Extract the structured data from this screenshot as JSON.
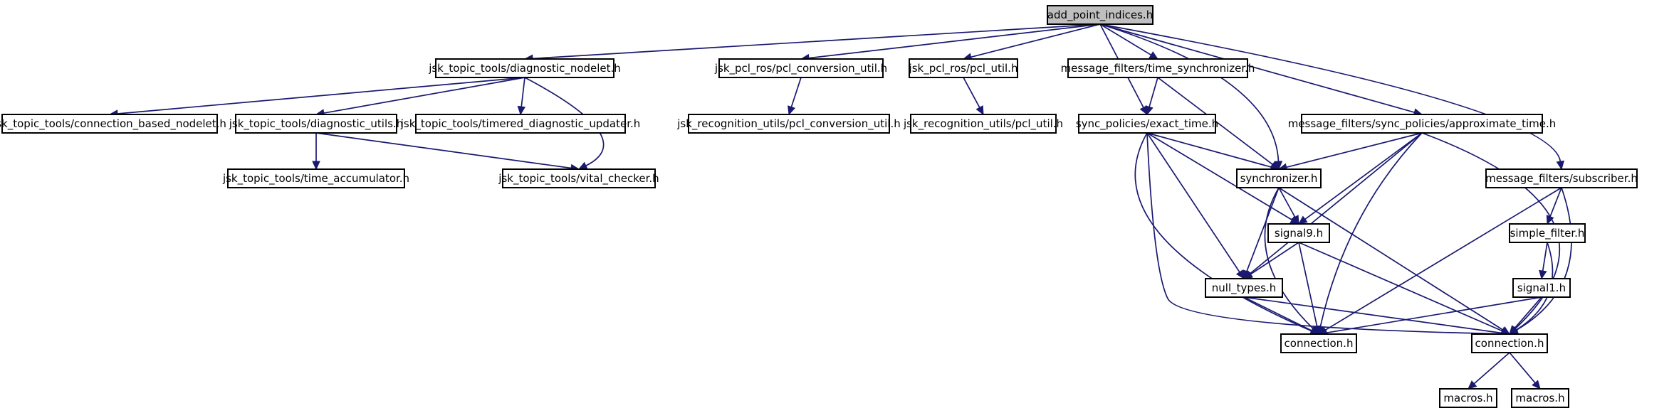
{
  "diagram": {
    "nodes": [
      {
        "id": "root",
        "label": "add_point_indices.h",
        "root": true
      },
      {
        "id": "diag_nodelet",
        "label": "jsk_topic_tools/diagnostic_nodelet.h"
      },
      {
        "id": "pcl_conv_util",
        "label": "jsk_pcl_ros/pcl_conversion_util.h"
      },
      {
        "id": "pcl_util",
        "label": "jsk_pcl_ros/pcl_util.h"
      },
      {
        "id": "time_sync",
        "label": "message_filters/time_synchronizer.h"
      },
      {
        "id": "conn_nodelet",
        "label": "jsk_topic_tools/connection_based_nodelet.h"
      },
      {
        "id": "diag_utils",
        "label": "jsk_topic_tools/diagnostic_utils.h"
      },
      {
        "id": "timered_diag",
        "label": "jsk_topic_tools/timered_diagnostic_updater.h"
      },
      {
        "id": "rec_pcl_conv",
        "label": "jsk_recognition_utils/pcl_conversion_util.h"
      },
      {
        "id": "rec_pcl_util",
        "label": "jsk_recognition_utils/pcl_util.h"
      },
      {
        "id": "exact_time",
        "label": "sync_policies/exact_time.h"
      },
      {
        "id": "approx_time",
        "label": "message_filters/sync_policies/approximate_time.h"
      },
      {
        "id": "time_acc",
        "label": "jsk_topic_tools/time_accumulator.h"
      },
      {
        "id": "vital",
        "label": "jsk_topic_tools/vital_checker.h"
      },
      {
        "id": "synchronizer",
        "label": "synchronizer.h"
      },
      {
        "id": "subscriber",
        "label": "message_filters/subscriber.h"
      },
      {
        "id": "signal9",
        "label": "signal9.h"
      },
      {
        "id": "simple_filter",
        "label": "simple_filter.h"
      },
      {
        "id": "null_types",
        "label": "null_types.h"
      },
      {
        "id": "signal1",
        "label": "signal1.h"
      },
      {
        "id": "connection_a",
        "label": "connection.h"
      },
      {
        "id": "connection_b",
        "label": "connection.h"
      },
      {
        "id": "macros_a",
        "label": "macros.h"
      },
      {
        "id": "macros_b",
        "label": "macros.h"
      }
    ],
    "edges": [
      {
        "from": "root",
        "to": "diag_nodelet"
      },
      {
        "from": "root",
        "to": "pcl_conv_util"
      },
      {
        "from": "root",
        "to": "pcl_util"
      },
      {
        "from": "root",
        "to": "time_sync"
      },
      {
        "from": "root",
        "to": "exact_time"
      },
      {
        "from": "root",
        "to": "synchronizer"
      },
      {
        "from": "root",
        "to": "approx_time"
      },
      {
        "from": "root",
        "to": "subscriber"
      },
      {
        "from": "diag_nodelet",
        "to": "conn_nodelet"
      },
      {
        "from": "diag_nodelet",
        "to": "diag_utils"
      },
      {
        "from": "diag_nodelet",
        "to": "timered_diag"
      },
      {
        "from": "diag_nodelet",
        "to": "vital"
      },
      {
        "from": "diag_utils",
        "to": "time_acc"
      },
      {
        "from": "diag_utils",
        "to": "vital"
      },
      {
        "from": "pcl_conv_util",
        "to": "rec_pcl_conv"
      },
      {
        "from": "pcl_util",
        "to": "rec_pcl_util"
      },
      {
        "from": "time_sync",
        "to": "exact_time"
      },
      {
        "from": "time_sync",
        "to": "synchronizer"
      },
      {
        "from": "exact_time",
        "to": "synchronizer"
      },
      {
        "from": "exact_time",
        "to": "signal9"
      },
      {
        "from": "exact_time",
        "to": "null_types"
      },
      {
        "from": "exact_time",
        "to": "connection_a"
      },
      {
        "from": "exact_time",
        "to": "connection_b"
      },
      {
        "from": "approx_time",
        "to": "synchronizer"
      },
      {
        "from": "approx_time",
        "to": "signal9"
      },
      {
        "from": "approx_time",
        "to": "null_types"
      },
      {
        "from": "approx_time",
        "to": "connection_a"
      },
      {
        "from": "approx_time",
        "to": "connection_b"
      },
      {
        "from": "synchronizer",
        "to": "signal9"
      },
      {
        "from": "synchronizer",
        "to": "null_types"
      },
      {
        "from": "synchronizer",
        "to": "connection_a"
      },
      {
        "from": "synchronizer",
        "to": "connection_b"
      },
      {
        "from": "signal9",
        "to": "null_types"
      },
      {
        "from": "signal9",
        "to": "connection_a"
      },
      {
        "from": "signal9",
        "to": "connection_b"
      },
      {
        "from": "null_types",
        "to": "connection_a"
      },
      {
        "from": "null_types",
        "to": "connection_b"
      },
      {
        "from": "subscriber",
        "to": "simple_filter"
      },
      {
        "from": "subscriber",
        "to": "connection_a"
      },
      {
        "from": "subscriber",
        "to": "connection_b"
      },
      {
        "from": "simple_filter",
        "to": "signal1"
      },
      {
        "from": "simple_filter",
        "to": "connection_b"
      },
      {
        "from": "signal1",
        "to": "connection_a"
      },
      {
        "from": "signal1",
        "to": "connection_b"
      },
      {
        "from": "connection_b",
        "to": "macros_a"
      },
      {
        "from": "connection_b",
        "to": "macros_b"
      }
    ],
    "colors": {
      "edge": "#191970",
      "node_border": "#000000",
      "node_fill": "#ffffff",
      "root_fill": "#bfbfbf"
    }
  }
}
